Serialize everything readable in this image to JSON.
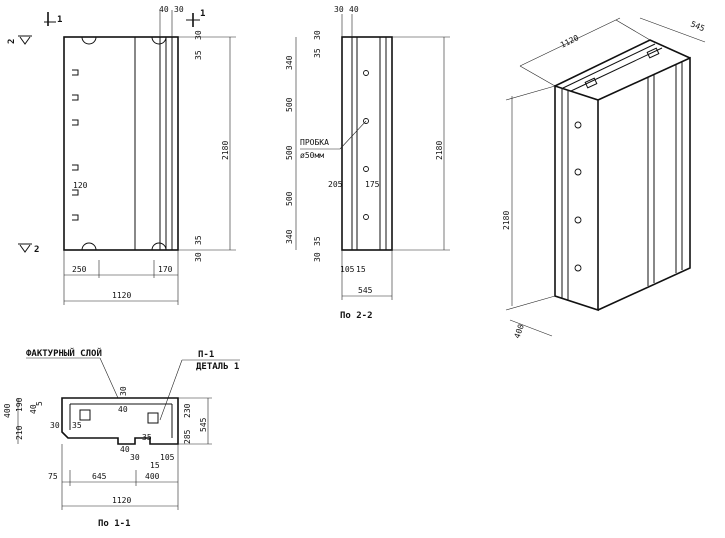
{
  "front_view": {
    "dims": {
      "top_40": "40",
      "top_30": "30",
      "right_35_top": "35",
      "right_30_top": "30",
      "height": "2180",
      "inner_120": "120",
      "right_35_bottom": "35",
      "right_30_bottom": "30",
      "bottom_250": "250",
      "bottom_170": "170",
      "width": "1120"
    },
    "section_markers": {
      "top_right": "1",
      "top_left": "2",
      "bottom_left": "2"
    }
  },
  "side_view": {
    "dims": {
      "top_30": "30",
      "top_40": "40",
      "left_35_top": "35",
      "left_30_top": "30",
      "seg_340_top": "340",
      "seg_500_1": "500",
      "seg_500_2": "500",
      "seg_500_3": "500",
      "seg_340_bottom": "340",
      "left_35_bottom": "35",
      "left_30_bottom": "30",
      "height": "2180",
      "dim_205": "205",
      "dim_175": "175",
      "bottom_105": "105",
      "bottom_15": "15",
      "width": "545"
    },
    "plug_label": "ПРОБКА",
    "plug_dia": "ø50мм",
    "caption": "По 2-2"
  },
  "iso_view": {
    "dims": {
      "length": "1120",
      "depth": "545",
      "height": "2180",
      "width": "400"
    }
  },
  "section_view": {
    "label_facing": "ФАКТУРНЫЙ СЛОЙ",
    "label_part_line1": "П-1",
    "label_part_line2": "ДЕТАЛЬ 1",
    "dims": {
      "left_400": "400",
      "left_210": "210",
      "left_190": "190",
      "left_40": "40",
      "left_5": "5",
      "inner_30_left": "30",
      "inner_35_left": "35",
      "top_40": "40",
      "top_30": "30",
      "mid_40": "40",
      "mid_35": "35",
      "mid_30": "30",
      "mid_15": "15",
      "mid_105": "105",
      "right_230": "230",
      "right_285": "285",
      "right_545": "545",
      "bottom_75": "75",
      "bottom_645": "645",
      "bottom_400": "400",
      "width": "1120"
    },
    "caption": "По 1-1"
  }
}
